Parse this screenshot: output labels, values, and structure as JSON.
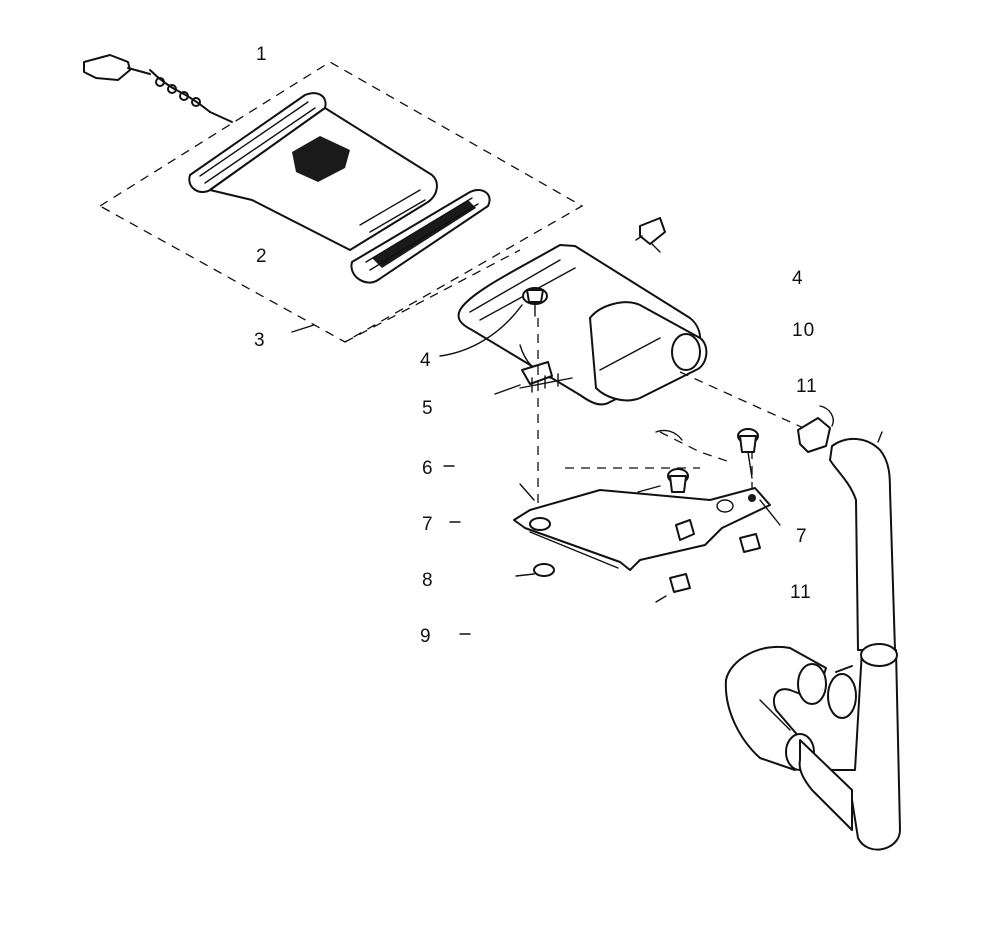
{
  "diagram": {
    "callouts": [
      {
        "id": "1",
        "text": "1"
      },
      {
        "id": "2",
        "text": "2"
      },
      {
        "id": "3",
        "text": "3"
      },
      {
        "id": "4a",
        "text": "4"
      },
      {
        "id": "4b",
        "text": "4"
      },
      {
        "id": "10",
        "text": "10"
      },
      {
        "id": "11a",
        "text": "11"
      },
      {
        "id": "5",
        "text": "5"
      },
      {
        "id": "6",
        "text": "6"
      },
      {
        "id": "7a",
        "text": "7"
      },
      {
        "id": "7b",
        "text": "7"
      },
      {
        "id": "8",
        "text": "8"
      },
      {
        "id": "11b",
        "text": "11"
      },
      {
        "id": "9",
        "text": "9"
      }
    ],
    "parts": [
      "power-cord",
      "upper-housing",
      "handle",
      "filter",
      "base-plate",
      "motor-housing",
      "screws",
      "mounting-bracket",
      "clips",
      "hose-clamp",
      "hose"
    ]
  }
}
